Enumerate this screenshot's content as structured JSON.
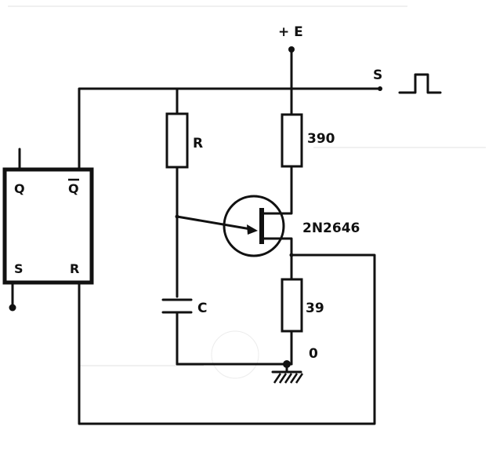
{
  "supply": {
    "label": "+ E"
  },
  "output": {
    "label": "S"
  },
  "flipflop": {
    "q": "Q",
    "qbar": "Q",
    "s": "S",
    "r": "R"
  },
  "components": {
    "timing_resistor": "R",
    "timing_capacitor": "C",
    "base2_resistor": "390",
    "base1_resistor": "39",
    "transistor": "2N2646",
    "ground_node": "0"
  },
  "colors": {
    "ink": "#111111",
    "paper": "#ffffff",
    "bleed_through": "#d8d8d8"
  }
}
